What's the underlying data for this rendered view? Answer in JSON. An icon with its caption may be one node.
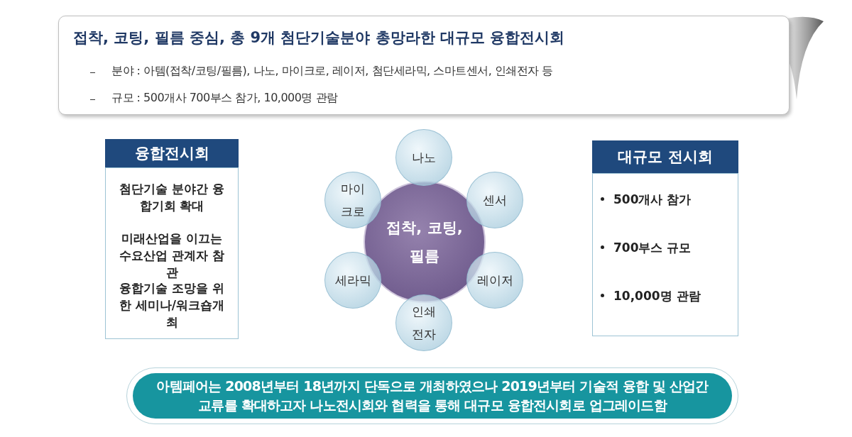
{
  "diagram": {
    "nodes": [
      {
        "text": [
          "접착, 코팅, 필름 중심, 총 9개 첨단기술분야 총망라한 대규모 융합전시회",
          "분야 : 아템(접착/코팅/필름), 나노, 마이크로, 레이저, 첨단세라믹, 스마트센서, 인쇄전자 등",
          "규모 : 500개사 700부스 참가, 10,000명 관람"
        ]
      },
      {
        "text": [
          "융합전시회",
          "첨단기술 분야간 융합기회 확대",
          "미래산업을 이끄는 수요산업 관계자 참관",
          "융합기술 조망을 위한 세미나/워크숍개최"
        ]
      },
      {
        "text": [
          "접착, 코팅, 필름"
        ]
      },
      {
        "text": [
          "나노"
        ]
      },
      {
        "text": [
          "센서"
        ]
      },
      {
        "text": [
          "레이저"
        ]
      },
      {
        "text": [
          "인쇄전자"
        ]
      },
      {
        "text": [
          "세라믹"
        ]
      },
      {
        "text": [
          "마이크로"
        ]
      },
      {
        "text": [
          "대규모 전시회",
          "500개사 참가",
          "700부스 규모",
          "10,000명 관람"
        ]
      },
      {
        "text": [
          "아템페어는 2008년부터 18년까지 단독으로 개최하였으나 2019년부터 기술적 융합 및 산업간 교류를 확대하고자 나노전시회와 협력을 통해 대규모 융합전시회로 업그레이드함"
        ]
      }
    ]
  }
}
